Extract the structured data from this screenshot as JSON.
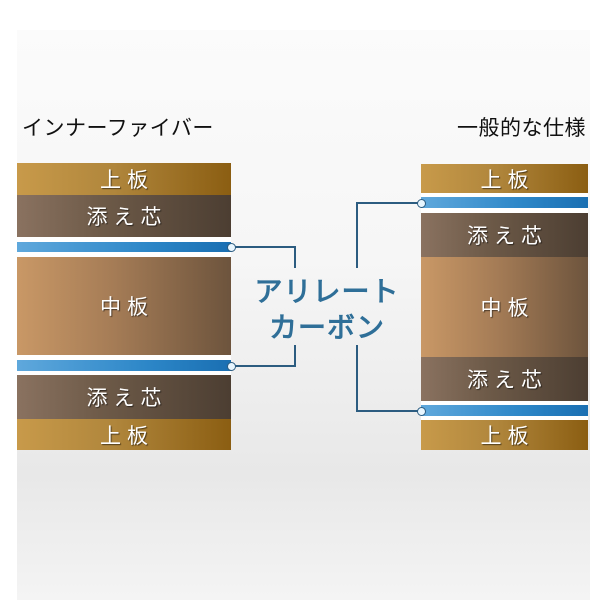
{
  "diagram": {
    "left": {
      "title": "インナーファイバー",
      "layers": [
        "上板",
        "添え芯",
        "アリレートカーボン",
        "中板",
        "アリレートカーボン",
        "添え芯",
        "上板"
      ]
    },
    "right": {
      "title": "一般的な仕様",
      "layers": [
        "上板",
        "アリレートカーボン",
        "添え芯",
        "中板",
        "添え芯",
        "アリレートカーボン",
        "上板"
      ]
    },
    "labels": {
      "top_plate": "上板",
      "shim_core": "添え芯",
      "middle_plate": "中板"
    },
    "center_label": {
      "line1": "アリレート",
      "line2": "カーボン"
    },
    "colors": {
      "face": "#b0863c",
      "shim_core": "#6d5a48",
      "middle_plate": "#a57c56",
      "carbon": "#2d87c8",
      "connector": "#2c5c80",
      "center_text": "#2f6f98"
    }
  }
}
